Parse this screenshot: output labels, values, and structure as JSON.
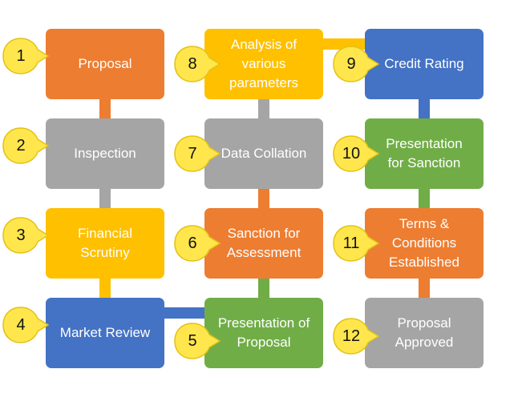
{
  "colors": {
    "orange": "#ED7D31",
    "gray": "#A5A5A5",
    "yellow": "#FFC000",
    "blue": "#4472C4",
    "green": "#70AD47",
    "badge_fill": "#FFE64D",
    "badge_stroke": "#E3C217",
    "text": "#FFFFFF"
  },
  "steps": [
    {
      "number": "1",
      "label": "Proposal",
      "color": "orange"
    },
    {
      "number": "2",
      "label": "Inspection",
      "color": "gray"
    },
    {
      "number": "3",
      "label": "Financial\nScrutiny",
      "color": "yellow"
    },
    {
      "number": "4",
      "label": "Market Review",
      "color": "blue"
    },
    {
      "number": "5",
      "label": "Presentation of\nProposal",
      "color": "green"
    },
    {
      "number": "6",
      "label": "Sanction for\nAssessment",
      "color": "orange"
    },
    {
      "number": "7",
      "label": "Data Collation",
      "color": "gray"
    },
    {
      "number": "8",
      "label": "Analysis of\nvarious\nparameters",
      "color": "yellow"
    },
    {
      "number": "9",
      "label": "Credit Rating",
      "color": "blue"
    },
    {
      "number": "10",
      "label": "Presentation\nfor Sanction",
      "color": "green"
    },
    {
      "number": "11",
      "label": "Terms &\nConditions\nEstablished",
      "color": "orange"
    },
    {
      "number": "12",
      "label": "Proposal\nApproved",
      "color": "gray"
    }
  ]
}
